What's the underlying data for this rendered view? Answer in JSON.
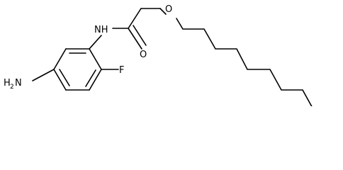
{
  "molecule": {
    "atoms": {
      "amine": {
        "main": "H",
        "subscript": "2",
        "tail": "N"
      },
      "nh": "NH",
      "carbonyl_o": "O",
      "ether_o": "O",
      "fluorine": "F"
    }
  },
  "colors": {
    "bond": "#000000",
    "background": "#ffffff"
  }
}
